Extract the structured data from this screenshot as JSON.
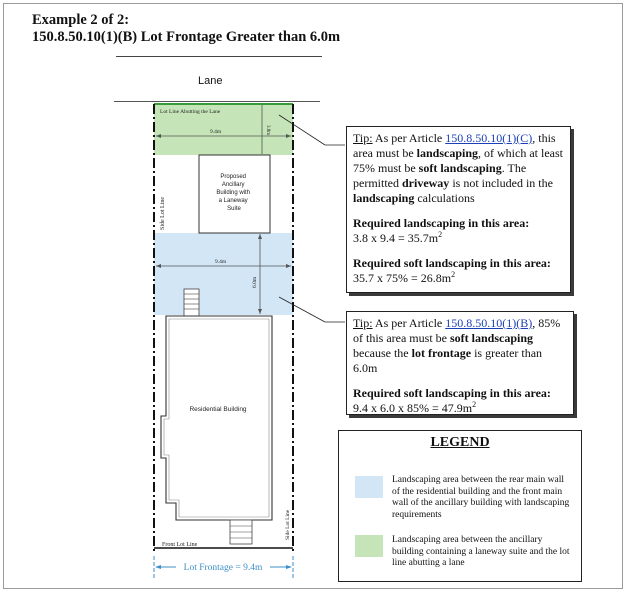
{
  "title": {
    "line1": "Example 2 of 2:",
    "line2": "150.8.50.10(1)(B) Lot Frontage Greater than 6.0m"
  },
  "diagram": {
    "lane": "Lane",
    "lot_line_abutting": "Lot Line Abutting the Lane",
    "dim_38": "3.8m",
    "dim_94_top": "9.4m",
    "dim_94_mid": "9.4m",
    "dim_60": "6.0m",
    "ancillary_label": [
      "Proposed",
      "Ancillary",
      "Building with",
      "a Laneway",
      "Suite"
    ],
    "residential_label": "Residential Building",
    "side_lot_line_left": "Side Lot Line",
    "side_lot_line_right": "Side Lot Line",
    "front_lot_line": "Front Lot Line",
    "lot_frontage": "Lot Frontage = 9.4m",
    "colors": {
      "green": "#c5e5b8",
      "blue": "#d3e6f5",
      "frontage": "#3f8fc8"
    }
  },
  "tip1": {
    "tip_word": "Tip:",
    "p1_pre": " As per Article ",
    "link": "150.8.50.10(1)(C)",
    "p1_a": ", this area must be ",
    "p1_b1": "landscaping",
    "p1_c": ", of which at least 75% must be ",
    "p1_b2": "soft landscaping",
    "p1_d": ". The permitted ",
    "p1_b3": "driveway",
    "p1_e": " is not included in the ",
    "p1_b4": "landscaping",
    "p1_f": " calculations",
    "req1_label": "Required landscaping in this area:",
    "req1_value": "3.8 x 9.4 = 35.7m",
    "req2_label": "Required soft landscaping in this area:",
    "req2_value": "35.7 x 75% = 26.8m",
    "sup": "2"
  },
  "tip2": {
    "tip_word": "Tip:",
    "p1_pre": " As per Article ",
    "link": "150.8.50.10(1)(B)",
    "p1_a": ", 85% of this area must be ",
    "p1_b1": "soft landscaping",
    "p1_c": " because the ",
    "p1_b2": "lot frontage",
    "p1_d": " is greater than 6.0m",
    "req_label": "Required soft landscaping in this area:",
    "req_value": "9.4 x 6.0 x 85% = 47.9m",
    "sup": "2"
  },
  "legend": {
    "title": "LEGEND",
    "item1": "Landscaping area between the rear main wall of the residential building and the front main wall of the ancillary building with landscaping requirements",
    "item2": "Landscaping area between the ancillary building containing a laneway suite and the lot line abutting a lane",
    "color1": "#d3e6f5",
    "color2": "#c5e5b8"
  }
}
